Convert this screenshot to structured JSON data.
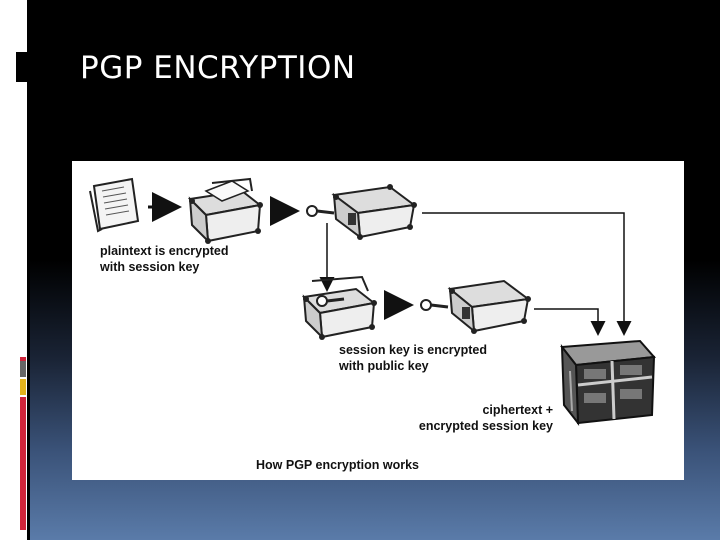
{
  "slide": {
    "title": "PGP ENCRYPTION"
  },
  "diagram": {
    "label_plaintext_line1": "plaintext is encrypted",
    "label_plaintext_line2": "with session key",
    "label_session_line1": "session key is encrypted",
    "label_session_line2": "with public key",
    "label_cipher_line1": "ciphertext +",
    "label_cipher_line2": "encrypted session key",
    "caption": "How PGP encryption works"
  },
  "colors": {
    "accent_red": "#d0243a",
    "accent_yellow": "#e3b21c",
    "accent_gray": "#666666"
  }
}
